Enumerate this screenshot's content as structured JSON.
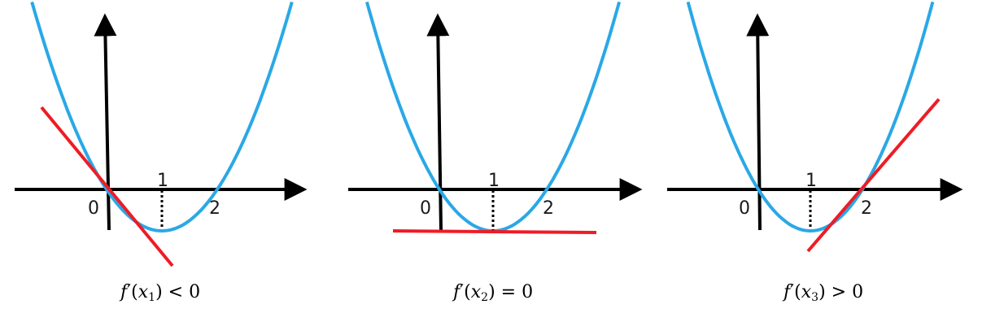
{
  "colors": {
    "axis": "#000000",
    "curve": "#2aa8e6",
    "tangent": "#ee1c25"
  },
  "ticks": {
    "origin": "0",
    "one": "1",
    "two": "2"
  },
  "panels": [
    {
      "caption": {
        "f": "f",
        "prime": "′",
        "open": "(",
        "x": "x",
        "sub": "1",
        "close": ")",
        "rel": " < 0"
      }
    },
    {
      "caption": {
        "f": "f",
        "prime": "′",
        "open": "(",
        "x": "x",
        "sub": "2",
        "close": ")",
        "rel": " = 0"
      }
    },
    {
      "caption": {
        "f": "f",
        "prime": "′",
        "open": "(",
        "x": "x",
        "sub": "3",
        "close": ")",
        "rel": " > 0"
      }
    }
  ]
}
